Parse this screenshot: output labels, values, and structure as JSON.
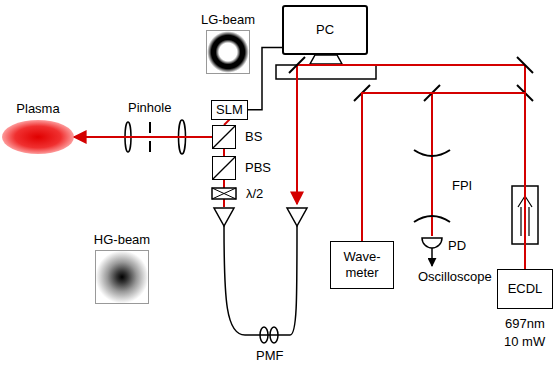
{
  "diagram": {
    "nodes": [
      {
        "text": [
          "LG-beam"
        ]
      },
      {
        "text": [
          "PC"
        ]
      },
      {
        "text": [
          "SLM"
        ]
      },
      {
        "text": [
          "Plasma"
        ]
      },
      {
        "text": [
          "BS"
        ]
      },
      {
        "text": [
          "PBS"
        ]
      },
      {
        "text": [
          "HG-beam"
        ]
      },
      {
        "text": [
          "Wave- meter"
        ]
      },
      {
        "text": [
          "ECDL"
        ]
      }
    ],
    "edges": [
      {
        "from": 1,
        "to": 2,
        "arrow": "none"
      },
      {
        "from": 2,
        "to": 4,
        "arrow": "none"
      },
      {
        "from": 4,
        "to": 5,
        "arrow": "none"
      },
      {
        "from": 4,
        "to": 3,
        "arrow": "to"
      },
      {
        "from": 8,
        "to": 7,
        "arrow": "none"
      }
    ],
    "labels": [
      "Pinhole",
      "λ/2",
      "PMF",
      "FPI",
      "PD",
      "Oscilloscope",
      "697nm",
      "10 mW"
    ]
  }
}
